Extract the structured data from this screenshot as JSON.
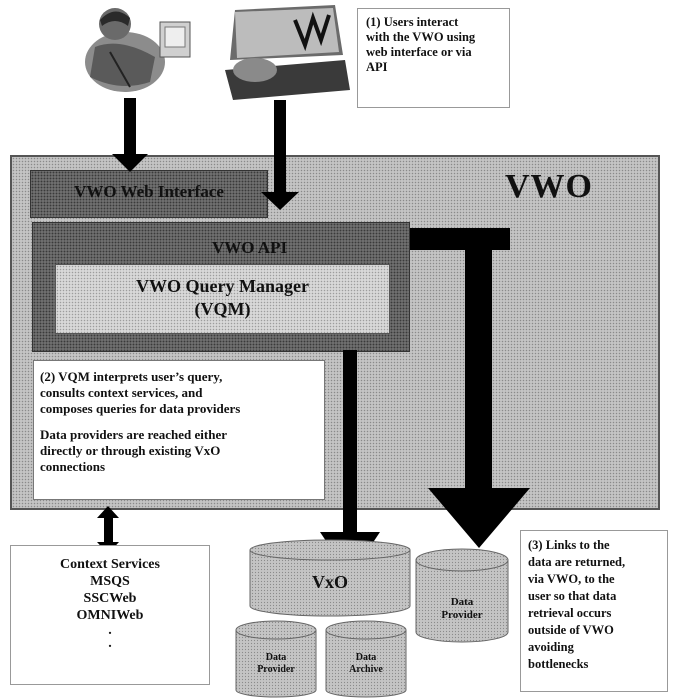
{
  "main_box": {
    "title": "VWO"
  },
  "web_interface": {
    "label": "VWO Web Interface"
  },
  "api": {
    "label": "VWO API"
  },
  "query_manager": {
    "line1": "VWO Query Manager",
    "line2": "(VQM)"
  },
  "note1": {
    "lines": [
      "(1) Users interact",
      "with the VWO using",
      "web interface or via",
      "API"
    ]
  },
  "note2": {
    "para1": [
      "(2) VQM interprets user’s query,",
      "consults context services, and",
      "composes queries for data providers"
    ],
    "para2": [
      "Data providers are reached either",
      "directly or through existing VxO",
      "connections"
    ]
  },
  "note3": {
    "lines": [
      "(3) Links to the",
      "data are returned,",
      "via VWO, to the",
      "user so that data",
      "retrieval occurs",
      "outside of VWO",
      "avoiding",
      "bottlenecks"
    ]
  },
  "context_services": {
    "title": "Context Services",
    "items": [
      "MSQS",
      "SSCWeb",
      "OMNIWeb",
      ".",
      "."
    ]
  },
  "vxo": {
    "label": "VxO"
  },
  "vxo_provider": {
    "label_line1": "Data",
    "label_line2": "Provider"
  },
  "vxo_archive": {
    "label_line1": "Data",
    "label_line2": "Archive"
  },
  "data_provider": {
    "label_line1": "Data",
    "label_line2": "Provider"
  }
}
